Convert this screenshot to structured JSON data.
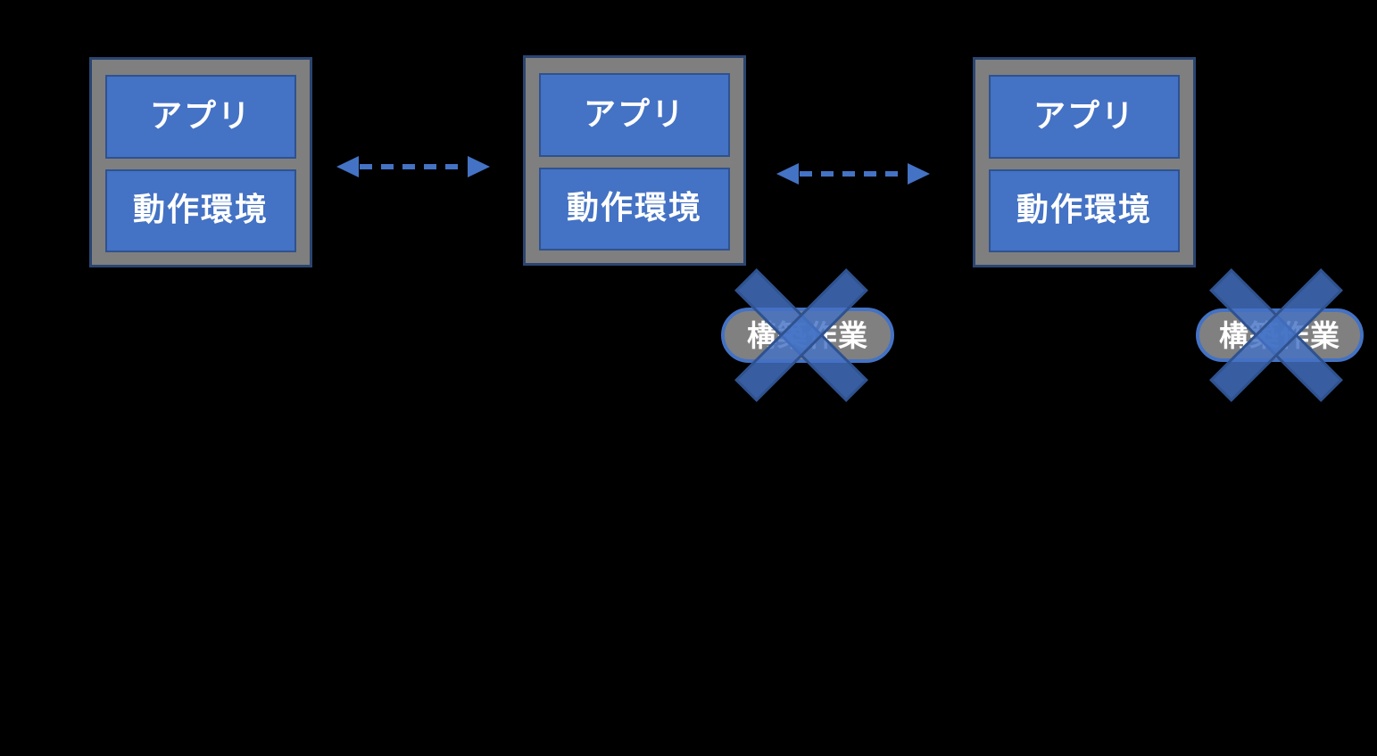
{
  "diagram": {
    "servers": [
      {
        "app_label": "アプリ",
        "env_label": "動作環境"
      },
      {
        "app_label": "アプリ",
        "env_label": "動作環境"
      },
      {
        "app_label": "アプリ",
        "env_label": "動作環境"
      }
    ],
    "badges": [
      {
        "label": "構築作業",
        "crossed_out": true
      },
      {
        "label": "構築作業",
        "crossed_out": true
      }
    ],
    "colors": {
      "background": "#000000",
      "layer_fill": "#4472C4",
      "layer_border": "#2F528F",
      "layer_text": "#FFFFFF",
      "server_fill": "#7F7F7F",
      "server_border": "#2B4570",
      "badge_fill": "#808080",
      "badge_border": "#4472C4",
      "badge_text": "#FFFFFF",
      "arrow": "#4472C4",
      "cross_fill": "#4472C4",
      "cross_border": "#2F528F"
    }
  }
}
